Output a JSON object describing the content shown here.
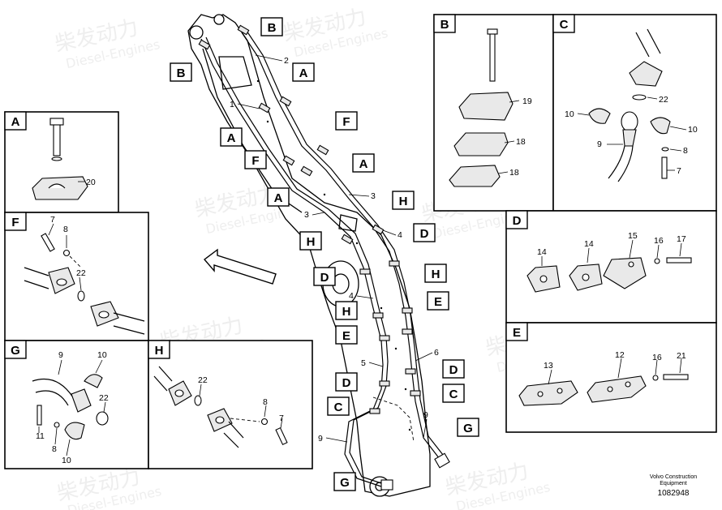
{
  "watermark": {
    "cn": "柴发动力",
    "en": "Diesel-Engines"
  },
  "main_tags": [
    {
      "text": "B"
    },
    {
      "text": "B"
    },
    {
      "text": "A"
    },
    {
      "text": "A"
    },
    {
      "text": "F"
    },
    {
      "text": "F"
    },
    {
      "text": "A"
    },
    {
      "text": "A"
    },
    {
      "text": "H"
    },
    {
      "text": "H"
    },
    {
      "text": "D"
    },
    {
      "text": "D"
    },
    {
      "text": "H"
    },
    {
      "text": "H"
    },
    {
      "text": "E"
    },
    {
      "text": "E"
    },
    {
      "text": "D"
    },
    {
      "text": "D"
    },
    {
      "text": "C"
    },
    {
      "text": "C"
    },
    {
      "text": "G"
    },
    {
      "text": "G"
    }
  ],
  "main_numbers": [
    "2",
    "1",
    "3",
    "3",
    "4",
    "4",
    "5",
    "6",
    "9",
    "9"
  ],
  "panels": {
    "A": {
      "label": "A",
      "parts": [
        "20"
      ]
    },
    "B": {
      "label": "B",
      "parts": [
        "19",
        "18",
        "18"
      ]
    },
    "C": {
      "label": "C",
      "parts": [
        "22",
        "10",
        "10",
        "9",
        "8",
        "7"
      ]
    },
    "D": {
      "label": "D",
      "parts": [
        "14",
        "14",
        "15",
        "16",
        "17"
      ]
    },
    "E": {
      "label": "E",
      "parts": [
        "13",
        "12",
        "16",
        "21"
      ]
    },
    "F": {
      "label": "F",
      "parts": [
        "7",
        "8",
        "22"
      ]
    },
    "G": {
      "label": "G",
      "parts": [
        "9",
        "10",
        "22",
        "11",
        "8",
        "10"
      ]
    },
    "H": {
      "label": "H",
      "parts": [
        "22",
        "8",
        "7"
      ]
    }
  },
  "footer": {
    "line1": "Volvo Construction",
    "line2": "Equipment",
    "id": "1082948"
  },
  "colors": {
    "line": "#000000",
    "background": "#ffffff",
    "watermark": "#cfcfcf"
  }
}
